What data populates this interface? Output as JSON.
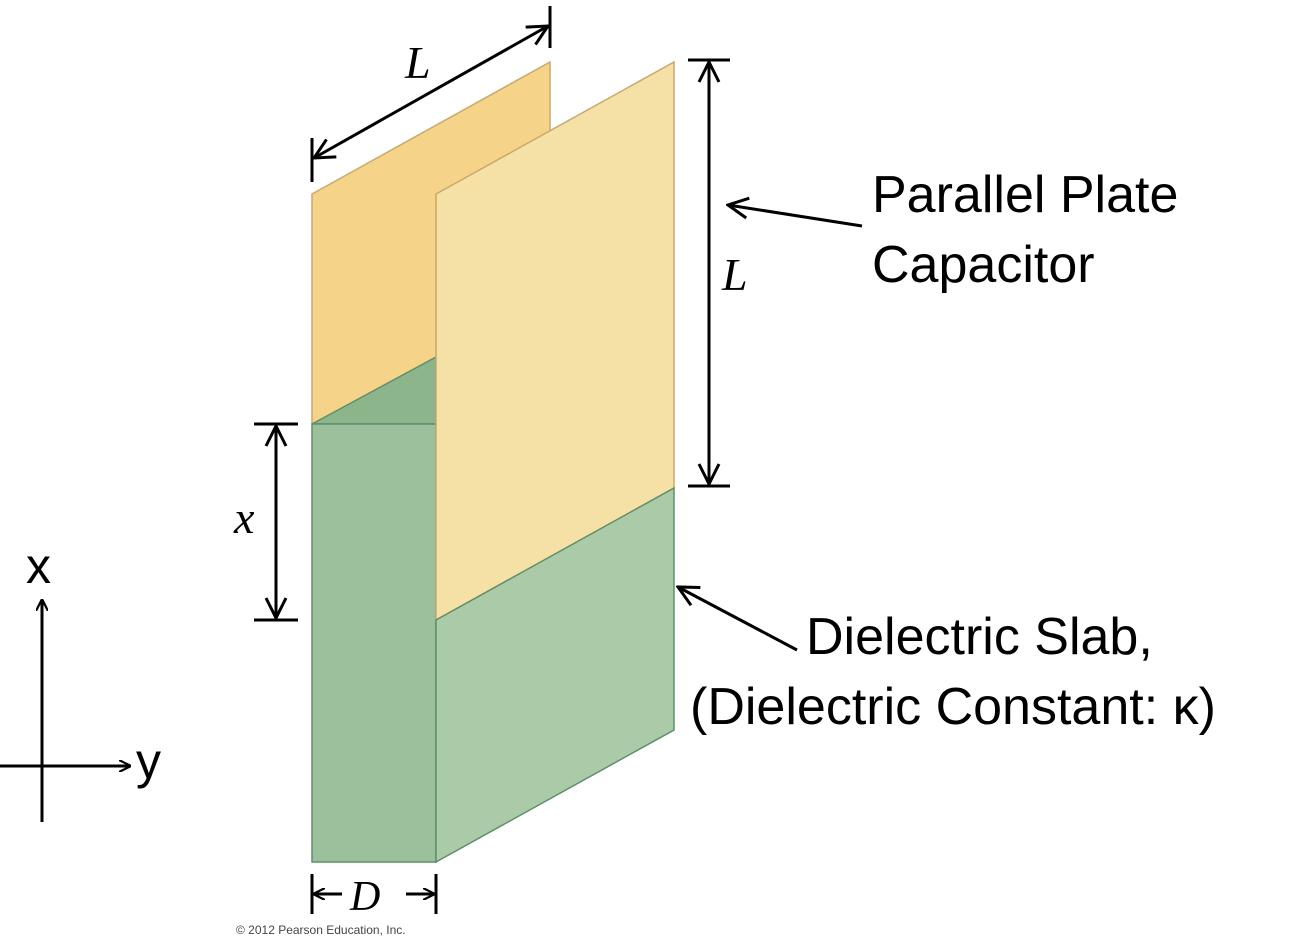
{
  "labels": {
    "plate_width": "L",
    "plate_height": "L",
    "insertion_depth": "x",
    "separation": "D",
    "callout_capacitor_line1": "Parallel Plate",
    "callout_capacitor_line2": "Capacitor",
    "callout_dielectric_line1": "Dielectric Slab,",
    "callout_dielectric_line2": "(Dielectric Constant:  κ)",
    "axis_x": "x",
    "axis_y": "y",
    "copyright": "© 2012 Pearson Education, Inc."
  },
  "colors": {
    "plate_back": "#f5d48a",
    "plate_front": "#f5e0a6",
    "plate_edge": "#c9a86a",
    "dielectric_side": "#9bc09b",
    "dielectric_front": "#aacaa8",
    "dielectric_top": "#8cb58c",
    "dielectric_edge": "#5f8f6a",
    "ink": "#000000"
  }
}
